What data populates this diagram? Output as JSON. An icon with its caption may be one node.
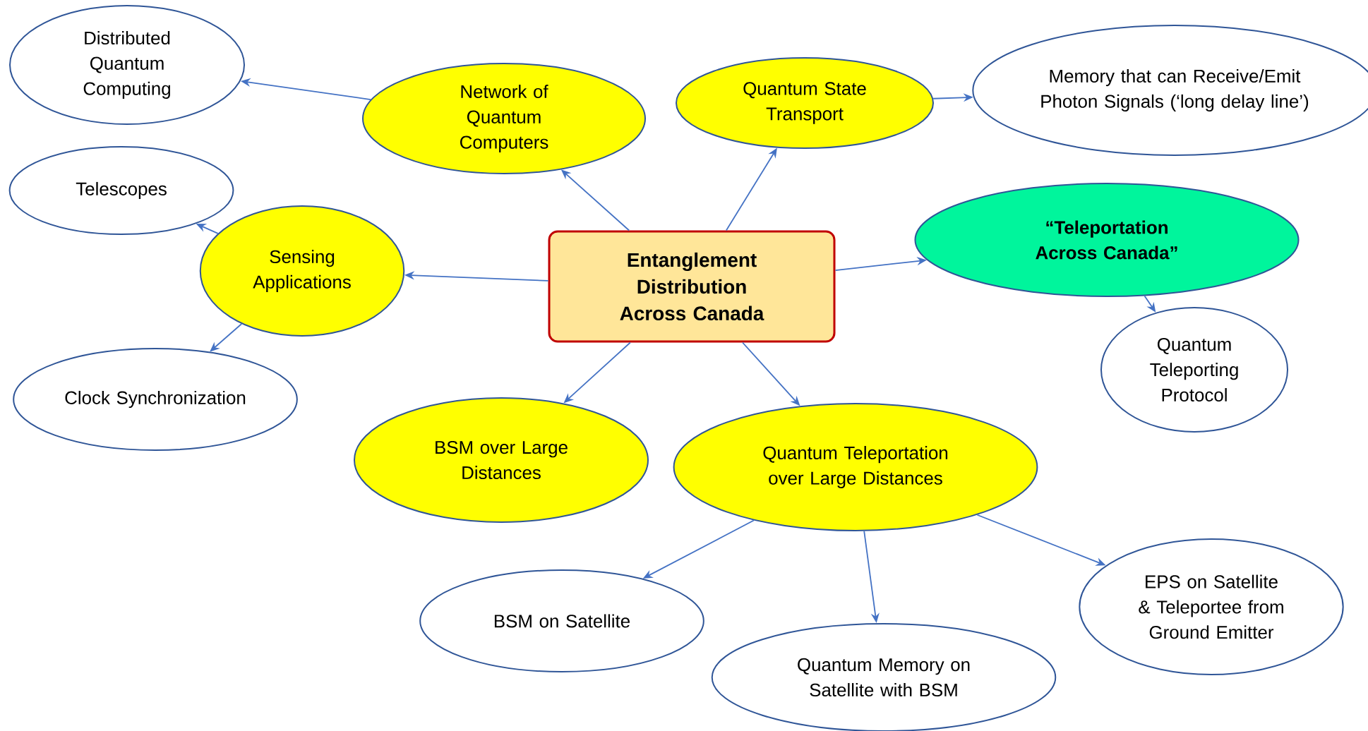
{
  "diagram": {
    "nodes": [
      {
        "text": [
          "Entanglement Distribution Across Canada"
        ]
      },
      {
        "text": [
          "Network of Quantum Computers"
        ]
      },
      {
        "text": [
          "Quantum State Transport"
        ]
      },
      {
        "text": [
          "Distributed Quantum Computing"
        ]
      },
      {
        "text": [
          "Memory that can Receive/Emit Photon Signals (‘long delay line’)"
        ]
      },
      {
        "text": [
          "Sensing Applications"
        ]
      },
      {
        "text": [
          "Telescopes"
        ]
      },
      {
        "text": [
          "“Teleportation Across Canada”"
        ]
      },
      {
        "text": [
          "Clock Synchronization"
        ]
      },
      {
        "text": [
          "Quantum Teleporting Protocol"
        ]
      },
      {
        "text": [
          "BSM over Large Distances"
        ]
      },
      {
        "text": [
          "Quantum Teleportation over Large Distances"
        ]
      },
      {
        "text": [
          "BSM on Satellite"
        ]
      },
      {
        "text": [
          "Quantum Memory on Satellite with BSM"
        ]
      },
      {
        "text": [
          "EPS on Satellite & Teleportee from Ground Emitter"
        ]
      }
    ],
    "edges": [
      {
        "from": 0,
        "to": 1,
        "arrow": "to"
      },
      {
        "from": 0,
        "to": 2,
        "arrow": "to"
      },
      {
        "from": 1,
        "to": 3,
        "arrow": "to"
      },
      {
        "from": 2,
        "to": 4,
        "arrow": "to"
      },
      {
        "from": 0,
        "to": 5,
        "arrow": "to"
      },
      {
        "from": 5,
        "to": 6,
        "arrow": "to"
      },
      {
        "from": 5,
        "to": 8,
        "arrow": "to"
      },
      {
        "from": 0,
        "to": 7,
        "arrow": "to"
      },
      {
        "from": 7,
        "to": 9,
        "arrow": "to"
      },
      {
        "from": 0,
        "to": 10,
        "arrow": "to"
      },
      {
        "from": 0,
        "to": 11,
        "arrow": "to"
      },
      {
        "from": 11,
        "to": 12,
        "arrow": "to"
      },
      {
        "from": 11,
        "to": 13,
        "arrow": "to"
      },
      {
        "from": 11,
        "to": 14,
        "arrow": "to"
      }
    ]
  }
}
